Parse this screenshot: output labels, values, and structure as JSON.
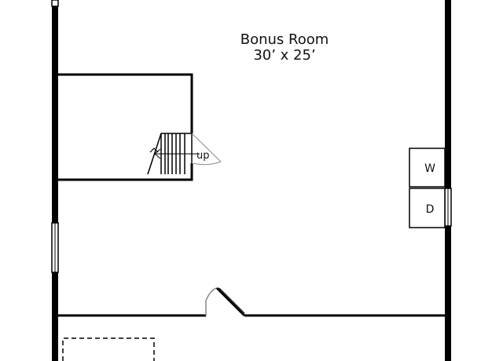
{
  "room": {
    "name": "Bonus Room",
    "dimensions": "30’ x 25’"
  },
  "stairs": {
    "direction_label": "up"
  },
  "appliances": {
    "washer_label": "W",
    "dryer_label": "D"
  },
  "colors": {
    "wall": "#000000",
    "background": "#ffffff",
    "door_swing": "#888888"
  }
}
